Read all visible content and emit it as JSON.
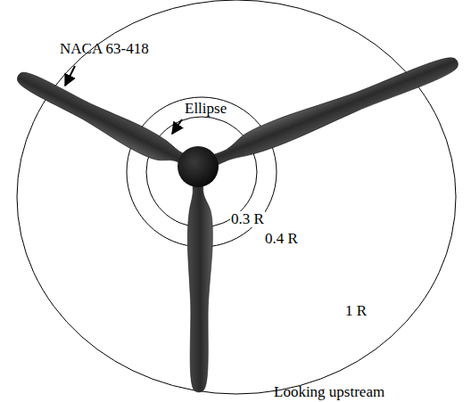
{
  "diagram": {
    "labels": [
      "NACA 63-418",
      "Ellipse",
      "0.3 R",
      "0.4 R",
      "1 R",
      "Looking upstream"
    ]
  }
}
